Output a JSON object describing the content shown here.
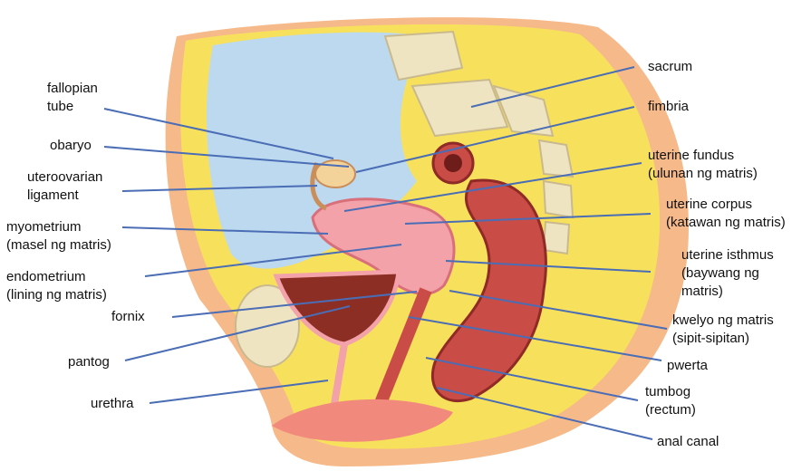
{
  "colors": {
    "leader_line": "#4a6db5",
    "skin": "#f6b98a",
    "fat": "#f7e15c",
    "cavity": "#bcd9ef",
    "bone": "#efe4c2",
    "uterus": "#f2a2a8",
    "rectum": "#c94c46",
    "bladder": "#8c2e24"
  },
  "labels": {
    "fallopian_tube": [
      "fallopian",
      "tube"
    ],
    "obaryo": [
      "obaryo"
    ],
    "uteroovarian_ligament": [
      "uteroovarian",
      "ligament"
    ],
    "myometrium": [
      "myometrium",
      "(masel ng matris)"
    ],
    "endometrium": [
      "endometrium",
      "(lining ng matris)"
    ],
    "fornix": [
      "fornix"
    ],
    "pantog": [
      "pantog"
    ],
    "urethra": [
      "urethra"
    ],
    "sacrum": [
      "sacrum"
    ],
    "fimbria": [
      "fimbria"
    ],
    "uterine_fundus": [
      "uterine fundus",
      "(ulunan ng matris)"
    ],
    "uterine_corpus": [
      "uterine corpus",
      "(katawan ng matris)"
    ],
    "uterine_isthmus": [
      "uterine isthmus",
      "(baywang ng",
      "matris)"
    ],
    "kwelyo": [
      "kwelyo ng matris",
      "(sipit-sipitan)"
    ],
    "pwerta": [
      "pwerta"
    ],
    "tumbog": [
      "tumbog",
      "(rectum)"
    ],
    "anal_canal": [
      "anal canal"
    ]
  }
}
